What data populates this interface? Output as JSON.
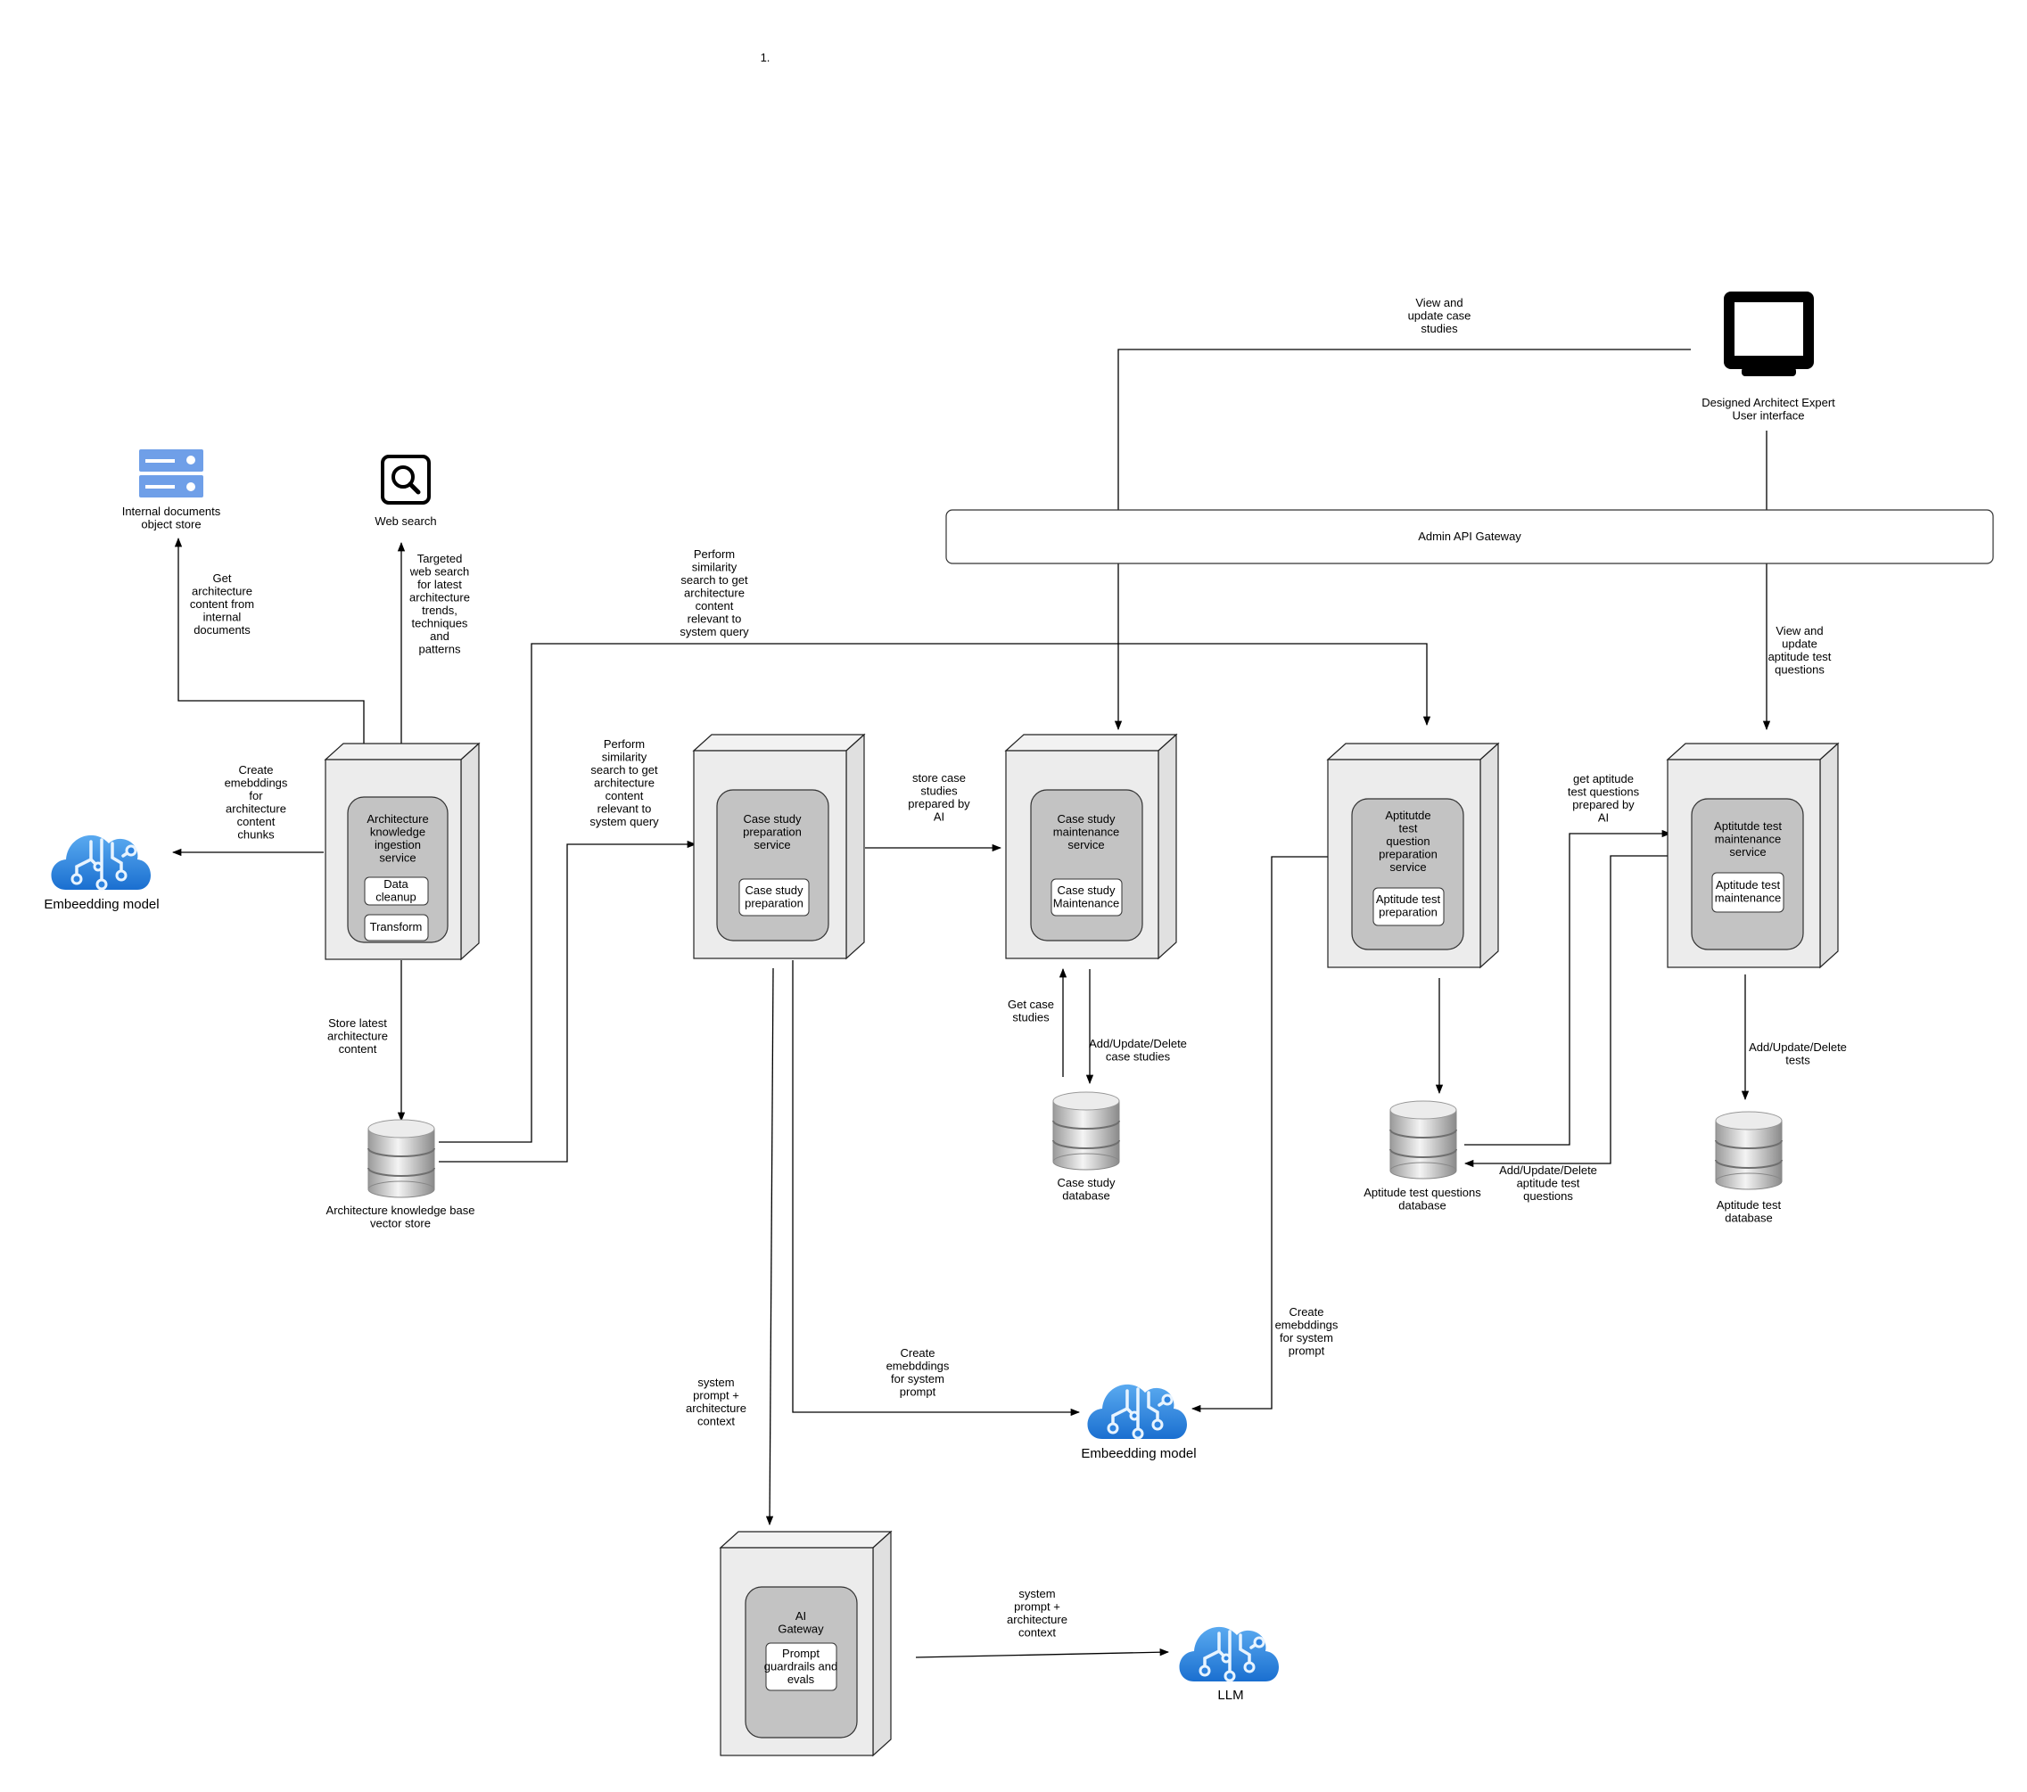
{
  "page_marker": "1.",
  "ui": {
    "title": "Designed Architect Expert\nUser interface",
    "gateway": "Admin API Gateway"
  },
  "sources": {
    "internal_docs": "Internal documents\nobject store",
    "web_search": "Web search"
  },
  "services": {
    "ingestion": {
      "title": "Architecture\nknowledge\ningestion\nservice",
      "sub": [
        "Data\ncleanup",
        "Transform"
      ]
    },
    "case_prep": {
      "title": "Case study\npreparation\nservice",
      "sub": [
        "Case study\npreparation"
      ]
    },
    "case_maint": {
      "title": "Case study\nmaintenance\nservice",
      "sub": [
        "Case study\nMaintenance"
      ]
    },
    "apt_prep": {
      "title": "Aptitutde\ntest\nquestion\npreparation\nservice",
      "sub": [
        "Aptitude test\npreparation"
      ]
    },
    "apt_maint": {
      "title": "Aptitutde test\nmaintenance\nservice",
      "sub": [
        "Aptitude test\nmaintenance"
      ]
    },
    "ai_gateway": {
      "title": "AI\nGateway",
      "sub": [
        "Prompt\nguardrails and\nevals"
      ]
    }
  },
  "databases": {
    "kb": "Architecture knowledge base\nvector store",
    "case": "Case study\ndatabase",
    "apt_q": "Aptitude test questions\ndatabase",
    "apt_t": "Aptitude test\ndatabase"
  },
  "models": {
    "emb_left": "Embeedding model",
    "emb_center": "Embeedding model",
    "llm": "LLM"
  },
  "edges": {
    "view_case": "View and\nupdate case\nstudies",
    "view_apt": "View and\nupdate\naptitude test\nquestions",
    "get_internal": "Get\narchitecture\ncontent from\ninternal\ndocuments",
    "web_targeted": "Targeted\nweb search\nfor latest\narchitecture\ntrends,\ntechniques\nand\npatterns",
    "sim_top": "Perform\nsimilarity\nsearch to get\narchitecture\ncontent\nrelevant to\nsystem query",
    "emb_chunks": "Create\nemebddings\nfor\narchitecture\ncontent\nchunks",
    "sim_mid": "Perform\nsimilarity\nsearch to get\narchitecture\ncontent\nrelevant to\nsystem query",
    "store_case": "store case\nstudies\nprepared by\nAI",
    "get_apt": "get aptitude\ntest questions\nprepared by\nAI",
    "store_latest": "Store latest\narchitecture\ncontent",
    "get_case": "Get case\nstudies",
    "aud_case": "Add/Update/Delete\ncase studies",
    "aud_tests": "Add/Update/Delete\ntests",
    "aud_apt_q": "Add/Update/Delete\naptitude test\nquestions",
    "emb_sys_right": "Create\nemebddings\nfor system\nprompt",
    "emb_sys_mid": "Create\nemebddings\nfor system\nprompt",
    "sys_ctx_left": "system\nprompt +\narchitecture\ncontext",
    "sys_ctx_right": "system\nprompt +\narchitecture\ncontext"
  }
}
